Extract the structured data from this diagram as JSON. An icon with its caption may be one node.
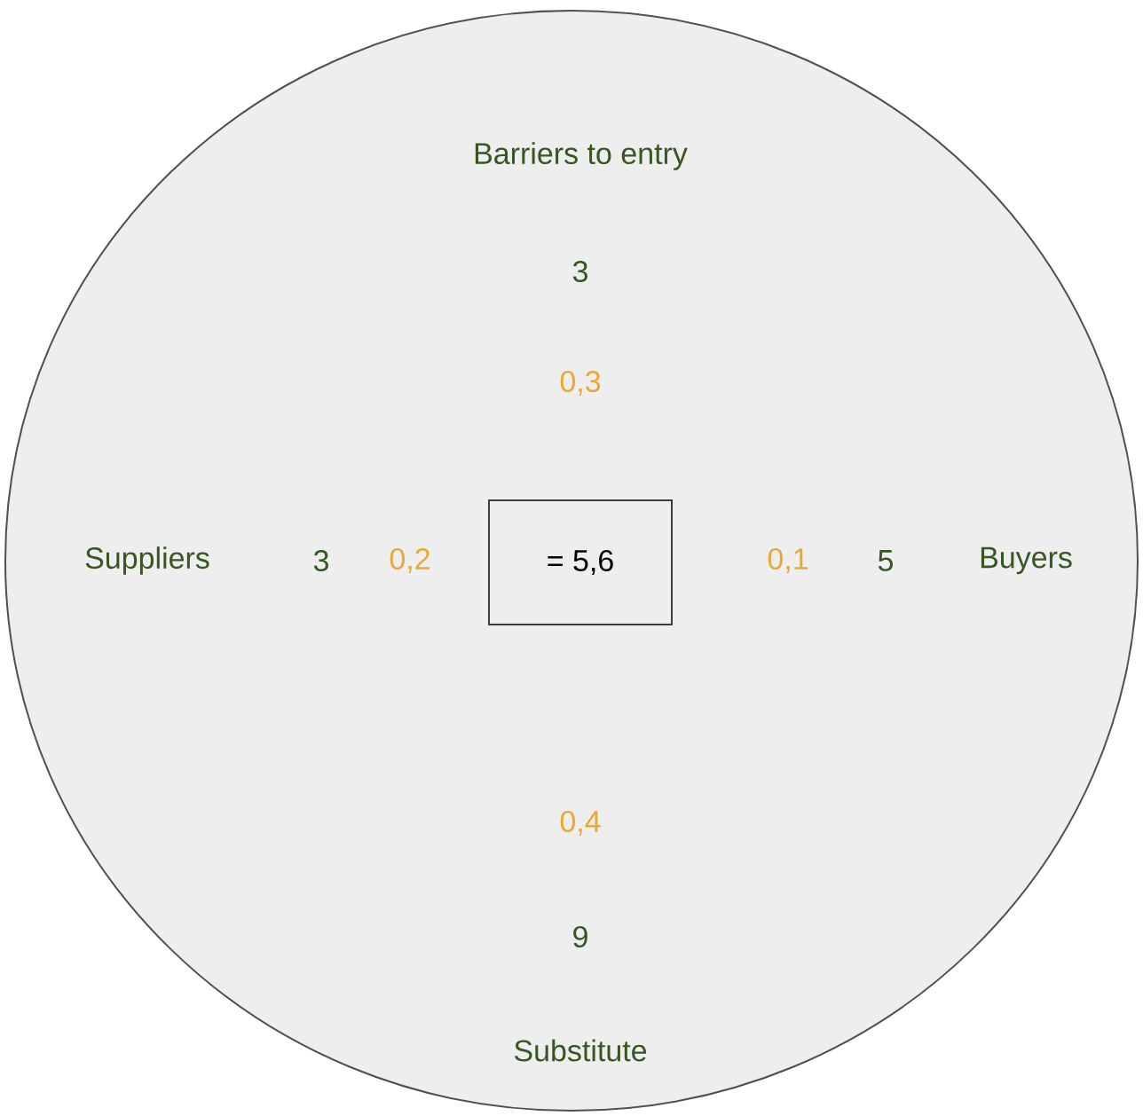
{
  "diagram": {
    "nodes": [
      {
        "text": [],
        "shape": "circle"
      },
      {
        "text": [
          "= 5,6"
        ],
        "in": 0
      }
    ],
    "labels": [
      "Barriers to entry",
      "3",
      "0,3",
      "Suppliers",
      "3",
      "0,2",
      "0,1",
      "5",
      "Buyers",
      "0,4",
      "9",
      "Substitute"
    ]
  }
}
